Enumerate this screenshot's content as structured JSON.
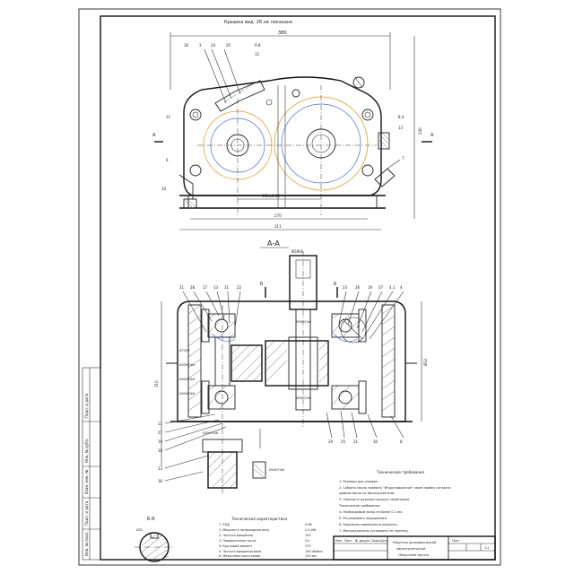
{
  "drawing": {
    "top_view_caption": "Крышка вид. 26 не показано",
    "section_label": "А-А",
    "bottom_section_label": "Б-Б",
    "cut_letter_a": "А",
    "cut_letter_b": "Б"
  },
  "dimensions": {
    "top_width": "380",
    "top_center": "160±0.08",
    "overall_1": "270",
    "overall_2": "311",
    "right_height": "240",
    "left_height": "310",
    "shaft_d1": "Ø30k6",
    "shaft_d2": "Ø40H7/k6",
    "shaft_d3": "Ø35H7/k6",
    "shaft_d4": "Ø45H7/k6",
    "side_d": "Ø30H7/k6",
    "bearing_d": "Ø72H7",
    "key": "Ø32"
  },
  "callouts_top": [
    "16",
    "3",
    "24",
    "20",
    "9.8",
    "12",
    "11",
    "6",
    "10",
    "8.4",
    "13",
    "7"
  ],
  "callouts_section_left": [
    "21",
    "28",
    "17",
    "33",
    "31",
    "22"
  ],
  "callouts_section_right": [
    "23",
    "26",
    "19",
    "37",
    "4.1",
    "4"
  ],
  "callouts_section_bottom": [
    "11",
    "27",
    "19",
    "18",
    "13",
    "36",
    "29",
    "25",
    "31",
    "30",
    "8"
  ],
  "tech_requirements": {
    "heading": "Технические требования",
    "lines": [
      "1. Размеры для справок.",
      "2. Собрать масло заливать \"Индустриальное\" через пробку согласно",
      "уровню масла по маслоуказателю.",
      "3. Плоскость разъема покрыть герметиком.",
      "Технические требования:",
      "4. Необходимый зазор не более 0.1 мм.",
      "5. Регулировать подшипники.",
      "6. Наружные поверхности окрасить.",
      "7. Маслоуказатель установить по чертежу."
    ]
  },
  "tech_characteristics": {
    "heading": "Техническая характеристика",
    "rows": [
      {
        "label": "1. Мощность на выходном валу",
        "value": "2.2 кВт"
      },
      {
        "label": "2. Частота вращения",
        "value": "120"
      },
      {
        "label": "3. Передаточное число",
        "value": "4.0"
      },
      {
        "label": "4. Крутящий момент",
        "value": "175"
      },
      {
        "label": "5. Частота вращения вала",
        "value": "150 об/мин"
      },
      {
        "label": "6. Межосевое расстояние",
        "value": "125 мм"
      },
      {
        "label": "7. КПД",
        "value": "0.96"
      }
    ]
  },
  "title_block": {
    "title_line1": "Редуктор цилиндрический",
    "title_line2": "одноступенчатый",
    "title_line3": "Сборочный чертеж",
    "scale": "1:2",
    "sheet": "Лист",
    "rows": [
      "Изм",
      "Лист",
      "№ докум.",
      "Подп.",
      "Дата"
    ]
  },
  "left_margin": [
    "Инв. № подл.",
    "Подп. и дата",
    "Взам. инв. №",
    "Инв. № дубл.",
    "Подп. и дата"
  ],
  "colors": {
    "blue": "#4b6fd6",
    "orange": "#e09a2a",
    "line": "#222222"
  }
}
